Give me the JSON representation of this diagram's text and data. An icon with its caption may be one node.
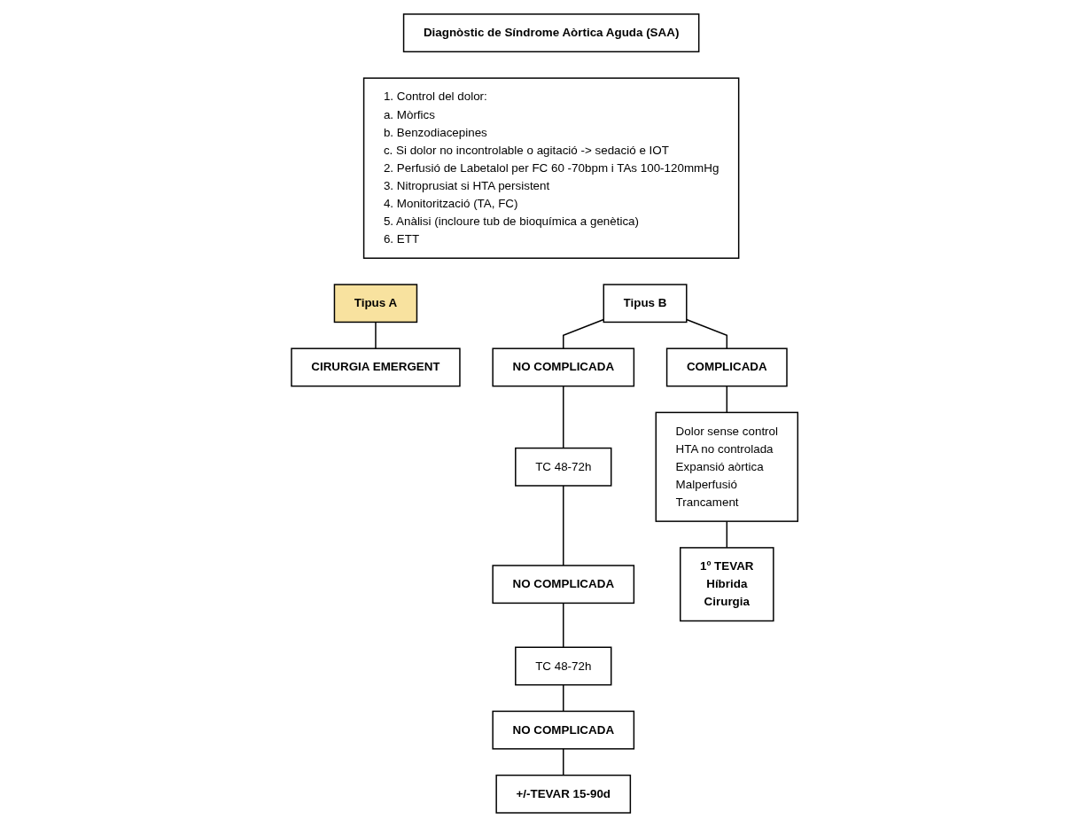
{
  "diagram": {
    "nodes": [
      {
        "text": [
          "Diagnòstic de Síndrome Aòrtica Aguda (SAA)"
        ]
      },
      {
        "text": [
          "1. Control del dolor:",
          "a. Mòrfics",
          "b. Benzodiacepines",
          "c. Si dolor no incontrolable o agitació -> sedació e IOT",
          "2. Perfusió de Labetalol per FC 60 -70bpm i TAs 100-120mmHg",
          "3. Nitroprusiat si HTA persistent",
          "4. Monitorització (TA, FC)",
          "5. Anàlisi (incloure tub de bioquímica a genètica)",
          "6. ETT"
        ]
      },
      {
        "text": [
          "Tipus A"
        ]
      },
      {
        "text": [
          "CIRURGIA EMERGENT"
        ]
      },
      {
        "text": [
          "Tipus B"
        ]
      },
      {
        "text": [
          "NO COMPLICADA"
        ]
      },
      {
        "text": [
          "COMPLICADA"
        ]
      },
      {
        "text": [
          "TC 48-72h"
        ]
      },
      {
        "text": [
          "NO COMPLICADA"
        ]
      },
      {
        "text": [
          "TC 48-72h"
        ]
      },
      {
        "text": [
          "NO COMPLICADA"
        ]
      },
      {
        "text": [
          "+/-TEVAR 15-90d"
        ]
      },
      {
        "text": [
          "Dolor sense control",
          "HTA no controlada",
          "Expansió aòrtica",
          "Malperfusió",
          "Trancament"
        ]
      },
      {
        "text": [
          "1º TEVAR",
          "Híbrida",
          "Cirurgia"
        ]
      }
    ],
    "edges": [
      {
        "from": 2,
        "to": 3,
        "arrow": "none"
      },
      {
        "from": 4,
        "to": 5,
        "arrow": "none"
      },
      {
        "from": 4,
        "to": 6,
        "arrow": "none"
      },
      {
        "from": 5,
        "to": 7,
        "arrow": "none"
      },
      {
        "from": 7,
        "to": 8,
        "arrow": "none"
      },
      {
        "from": 8,
        "to": 9,
        "arrow": "none"
      },
      {
        "from": 9,
        "to": 10,
        "arrow": "none"
      },
      {
        "from": 10,
        "to": 11,
        "arrow": "none"
      },
      {
        "from": 6,
        "to": 12,
        "arrow": "none"
      },
      {
        "from": 12,
        "to": 13,
        "arrow": "none"
      }
    ]
  }
}
